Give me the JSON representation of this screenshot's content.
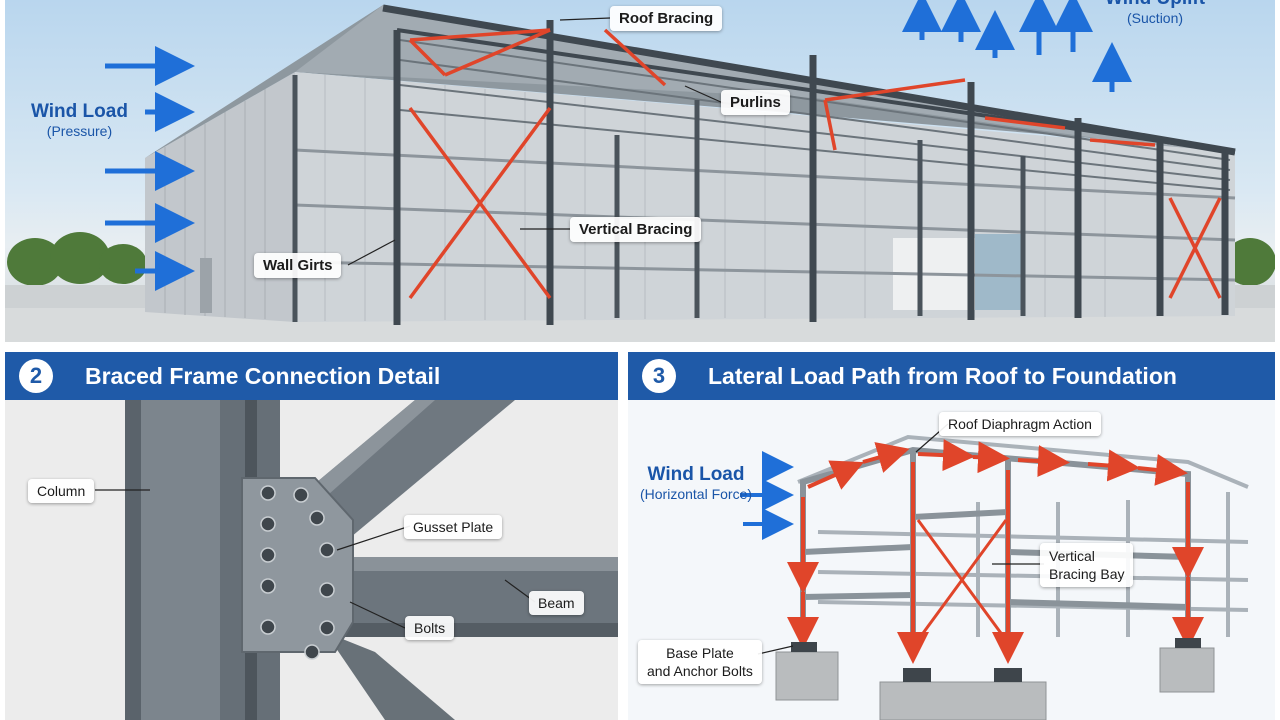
{
  "panel1": {
    "labels": {
      "roof_bracing": "Roof Bracing",
      "purlins": "Purlins",
      "vertical_bracing": "Vertical Bracing",
      "wall_girts": "Wall Girts"
    },
    "wind_load": {
      "title": "Wind Load",
      "sub": "(Pressure)"
    },
    "wind_uplift": {
      "title": "Wind Uplift",
      "sub": "(Suction)"
    }
  },
  "panel2": {
    "number": "2",
    "title": "Braced Frame Connection Detail",
    "labels": {
      "column": "Column",
      "gusset_plate": "Gusset Plate",
      "beam": "Beam",
      "bolts": "Bolts"
    }
  },
  "panel3": {
    "number": "3",
    "title": "Lateral  Load Path from Roof to Foundation",
    "labels": {
      "roof_diaphragm": "Roof Diaphragm Action",
      "vertical_bracing_bay_1": "Vertical",
      "vertical_bracing_bay_2": "Bracing Bay",
      "base_plate_1": "Base Plate",
      "base_plate_2": "and Anchor Bolts"
    },
    "wind_load": {
      "title": "Wind Load",
      "sub": "(Horizontal Force)"
    }
  },
  "colors": {
    "header": "#1f5aa8",
    "bracing": "#e0452a",
    "arrow": "#1f6fd8",
    "steel": "#5d6670"
  }
}
